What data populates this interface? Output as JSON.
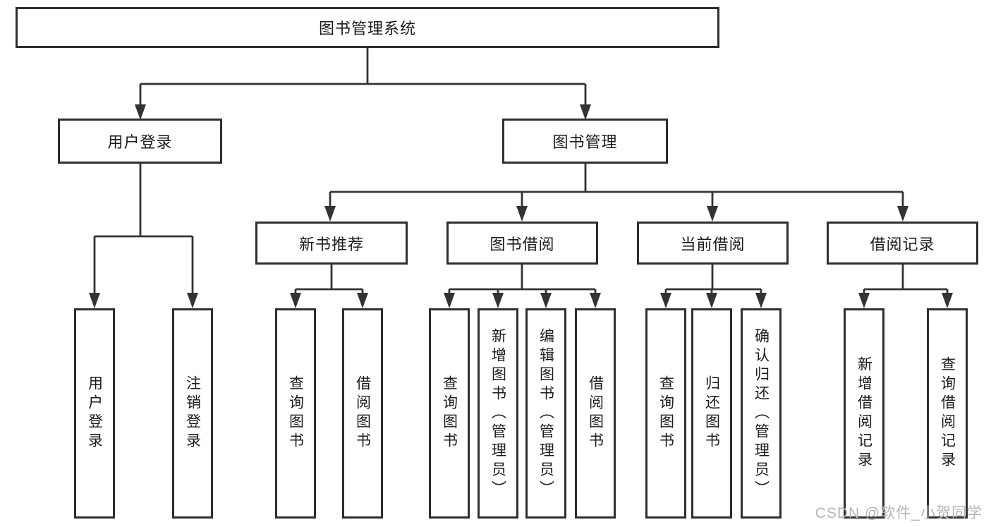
{
  "diagram_type": "hierarchy-tree",
  "tree": {
    "label": "图书管理系统",
    "children": [
      {
        "label": "用户登录",
        "children": [
          {
            "label": "用户登录"
          },
          {
            "label": "注销登录"
          }
        ]
      },
      {
        "label": "图书管理",
        "children": [
          {
            "label": "新书推荐",
            "children": [
              {
                "label": "查询图书"
              },
              {
                "label": "借阅图书"
              }
            ]
          },
          {
            "label": "图书借阅",
            "children": [
              {
                "label": "查询图书"
              },
              {
                "label": "新增图书（管理员）"
              },
              {
                "label": "编辑图书（管理员）"
              },
              {
                "label": "借阅图书"
              }
            ]
          },
          {
            "label": "当前借阅",
            "children": [
              {
                "label": "查询图书"
              },
              {
                "label": "归还图书"
              },
              {
                "label": "确认归还（管理员）"
              }
            ]
          },
          {
            "label": "借阅记录",
            "children": [
              {
                "label": "新增借阅记录"
              },
              {
                "label": "查询借阅记录"
              }
            ]
          }
        ]
      }
    ]
  },
  "watermark": {
    "text": "CSDN @软件_小贺同学"
  },
  "colors": {
    "line": "#333333",
    "box_border": "#2e2e2e",
    "text": "#1c1c1c",
    "watermark": "#b5b5b5",
    "background": "#ffffff"
  }
}
